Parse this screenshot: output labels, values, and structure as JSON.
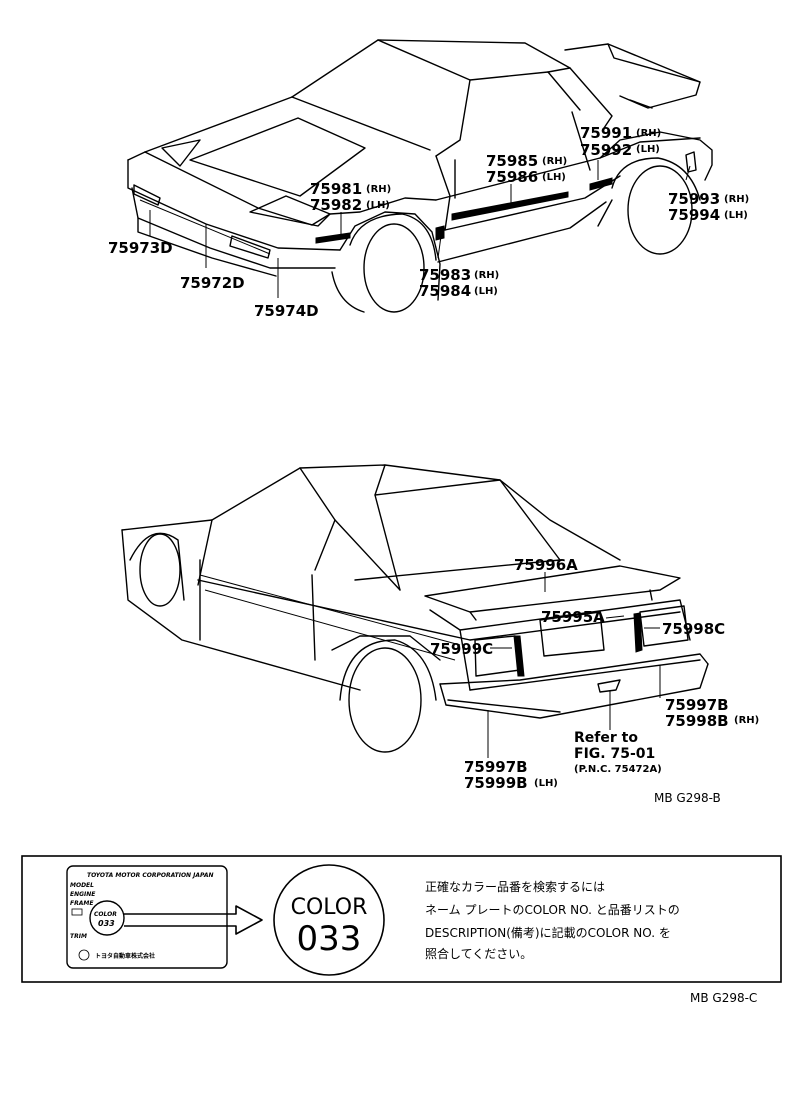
{
  "front_view": {
    "labels": {
      "p75981": "75981",
      "p75982": "75982",
      "p75985": "75985",
      "p75986": "75986",
      "p75991": "75991",
      "p75992": "75992",
      "p75993": "75993",
      "p75994": "75994",
      "p75973D": "75973D",
      "p75972D": "75972D",
      "p75974D": "75974D",
      "p75983": "75983",
      "p75984": "75984"
    },
    "rh": "(RH)",
    "lh": "(LH)"
  },
  "rear_view": {
    "labels": {
      "p75996A": "75996A",
      "p75995A": "75995A",
      "p75998C": "75998C",
      "p75999C": "75999C",
      "p75997B_r": "75997B",
      "p75998B": "75998B",
      "p75997B_l": "75997B",
      "p75999B": "75999B"
    },
    "rh": "(RH)",
    "lh": "(LH)",
    "refer_line1": "Refer to",
    "refer_line2": "FIG. 75-01",
    "refer_line3": "(P.N.C. 75472A)"
  },
  "codes": {
    "upper": "MB  G298-B",
    "lower": "MB  G298-C"
  },
  "color_box": {
    "plate_header": "TOYOTA MOTOR CORPORATION JAPAN",
    "plate_rows": [
      "MODEL",
      "ENGINE",
      "FRAME"
    ],
    "plate_color_label": "COLOR",
    "plate_color_value": "033",
    "plate_trim": "TRIM",
    "plate_footer": "トヨタ自動車株式会社",
    "big_color_label": "COLOR",
    "big_color_value": "033",
    "instructions": [
      "正確なカラー品番を検索するには",
      "ネーム プレートのCOLOR  NO. と品番リストの",
      "DESCRIPTION(備考)に記載のCOLOR  NO. を",
      "照合してください。"
    ]
  }
}
